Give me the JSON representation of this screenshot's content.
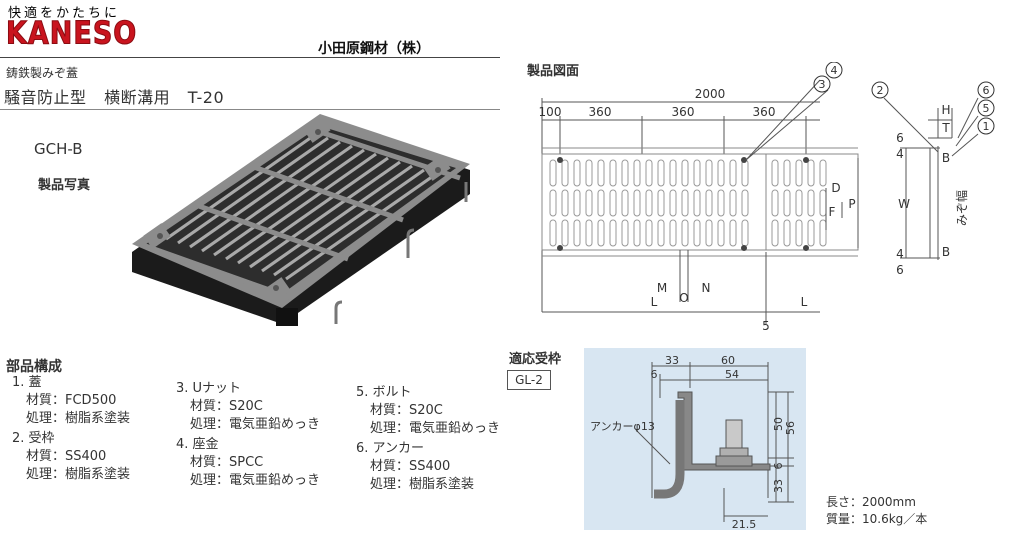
{
  "header": {
    "tagline": "快適をかたちに",
    "logo": "KANESO",
    "company": "小田原鋼材（株）"
  },
  "product": {
    "category": "鋳鉄製みぞ蓋",
    "type": "騒音防止型",
    "usage": "横断溝用",
    "load": "T-20",
    "model": "GCH-B"
  },
  "sections": {
    "photo": "製品写真",
    "drawing": "製品図面",
    "parts": "部品構成",
    "fitting_frame": "適応受枠"
  },
  "parts": [
    {
      "name": "1. 蓋",
      "material": "材質：FCD500",
      "treatment": "処理：樹脂系塗装"
    },
    {
      "name": "2. 受枠",
      "material": "材質：SS400",
      "treatment": "処理：樹脂系塗装"
    },
    {
      "name": "3. Uナット",
      "material": "材質：S20C",
      "treatment": "処理：電気亜鉛めっき"
    },
    {
      "name": "4. 座金",
      "material": "材質：SPCC",
      "treatment": "処理：電気亜鉛めっき"
    },
    {
      "name": "5. ボルト",
      "material": "材質：S20C",
      "treatment": "処理：電気亜鉛めっき"
    },
    {
      "name": "6. アンカー",
      "material": "材質：SS400",
      "treatment": "処理：樹脂系塗装"
    }
  ],
  "frame": {
    "model": "GL-2",
    "anchor_label": "アンカーφ13",
    "length": "長さ：2000mm",
    "mass": "質量：10.6kg／本",
    "dims": {
      "d33a": "33",
      "d60": "60",
      "d6a": "6",
      "d54": "54",
      "d50": "50",
      "d56": "56",
      "d6b": "6",
      "d33b": "33",
      "d215": "21.5"
    }
  },
  "drawing": {
    "dims": {
      "d2000": "2000",
      "d100": "100",
      "d360a": "360",
      "d360b": "360",
      "d360c": "360",
      "L1": "L",
      "L2": "L",
      "d5": "5",
      "M": "M",
      "O": "O",
      "N": "N",
      "D": "D",
      "F": "F",
      "P": "P",
      "H": "H",
      "T": "T",
      "W": "W",
      "B1": "B",
      "B2": "B",
      "d4a": "4",
      "d6a": "6",
      "d4b": "4",
      "d6b": "6",
      "mizohaba": "みぞ幅"
    },
    "callouts": [
      "1",
      "2",
      "3",
      "4",
      "5",
      "6"
    ]
  }
}
